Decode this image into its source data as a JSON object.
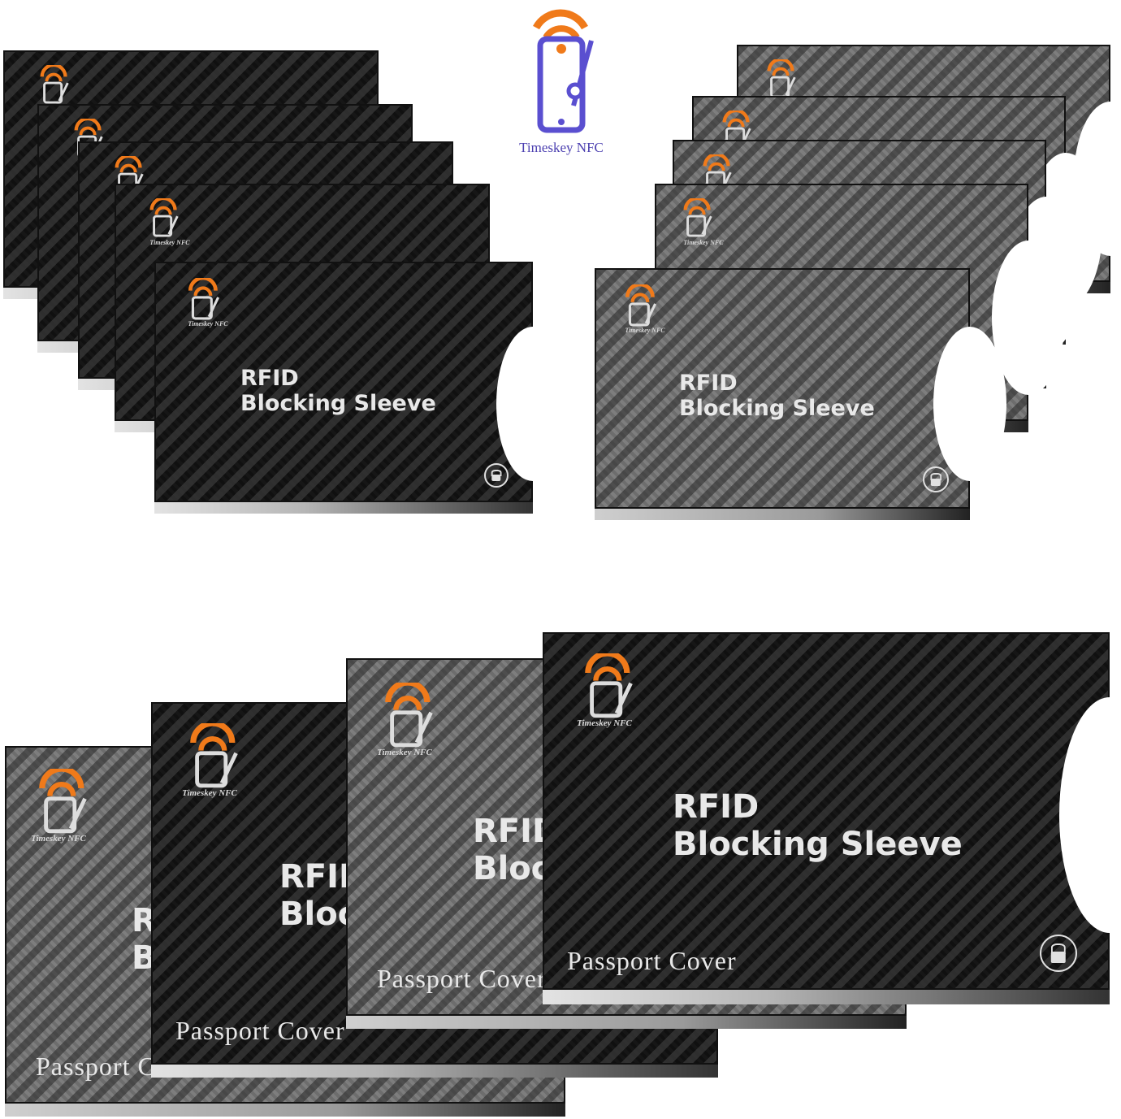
{
  "brand": {
    "name": "Timeskey NFC",
    "colors": {
      "wifi": "#f07a1a",
      "phone": "#5a4fd0"
    }
  },
  "sleeve_labels": {
    "logo": "Timeskey NFC",
    "line1": "RFID",
    "line2": "Blocking Sleeve",
    "passport": "Passport Cover"
  },
  "icons": [
    "wifi-phone-logo-icon",
    "lock-icon"
  ]
}
